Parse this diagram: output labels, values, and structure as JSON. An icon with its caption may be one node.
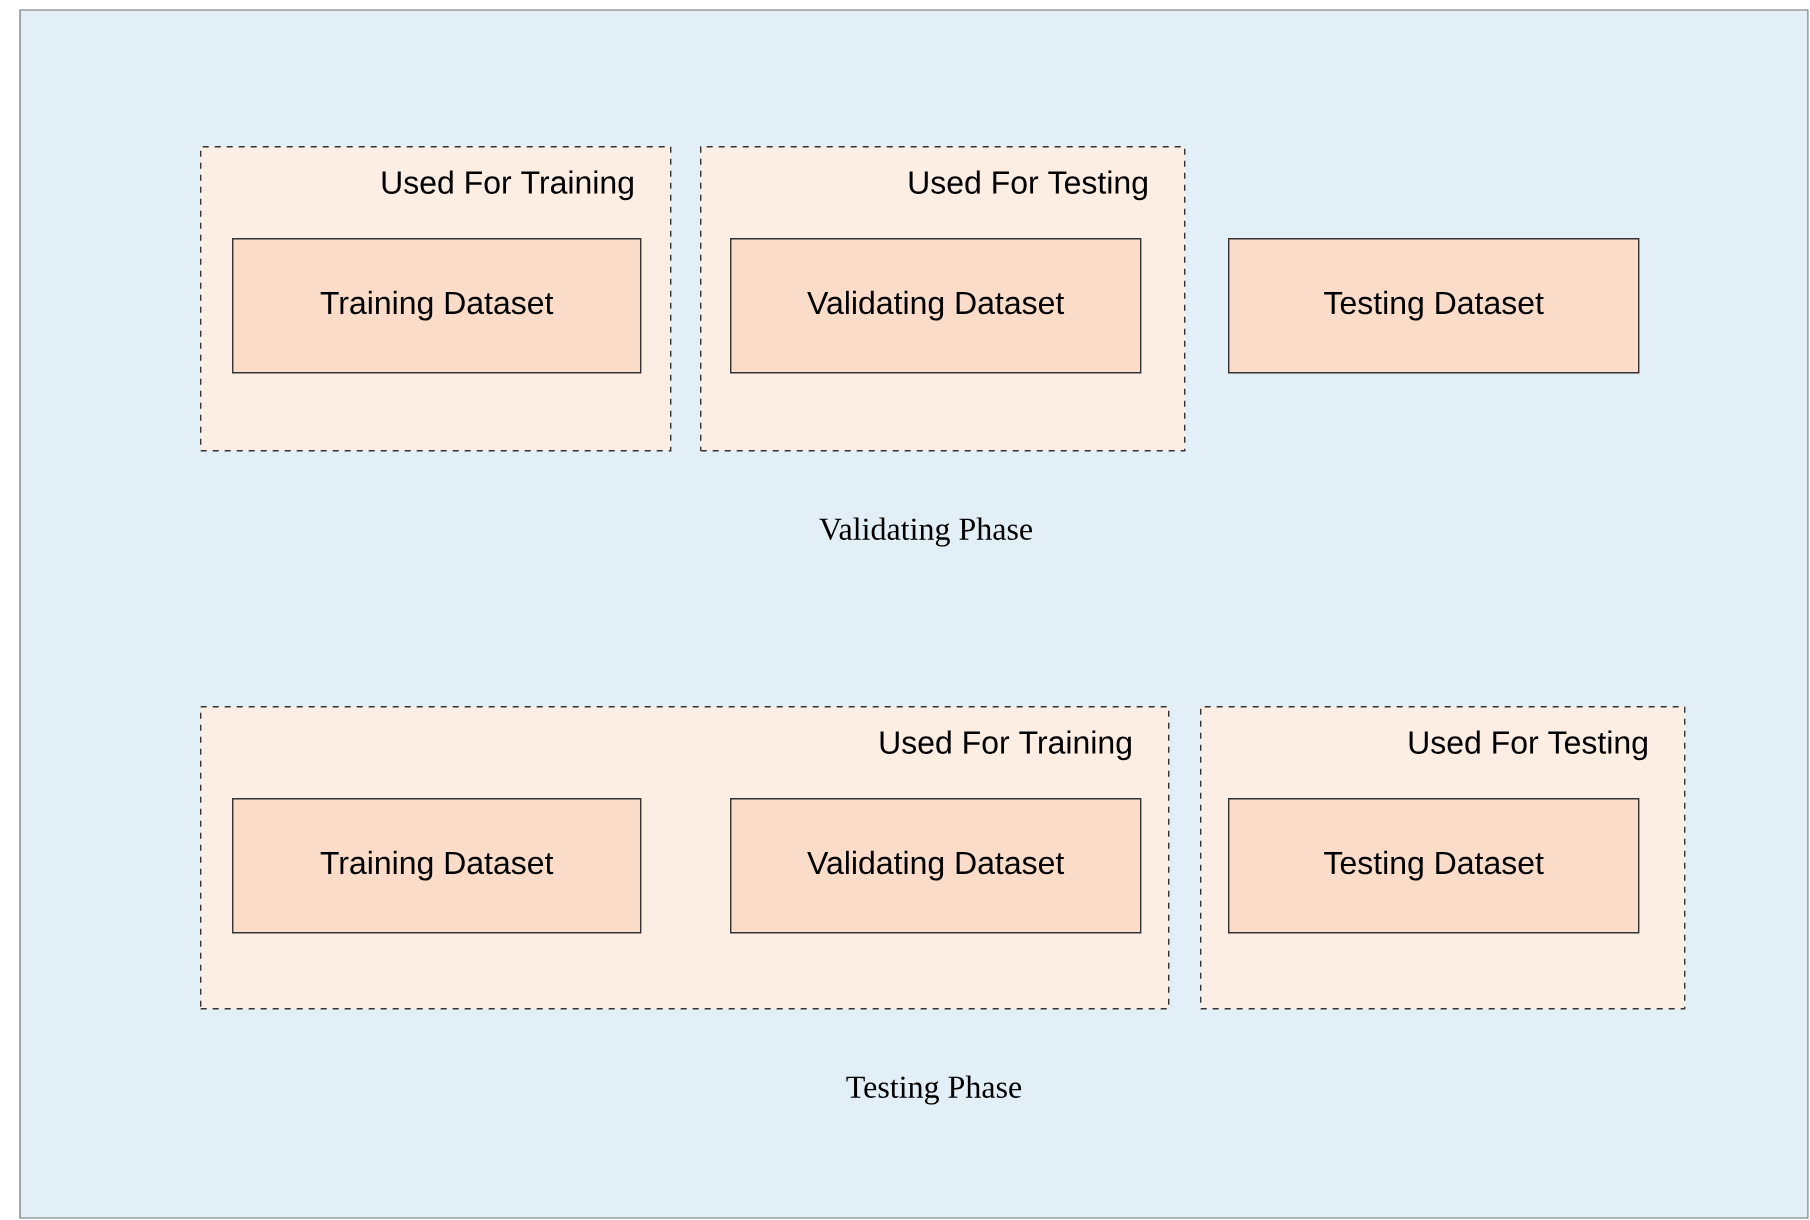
{
  "diagram": {
    "nodes": [
      {
        "text": [
          "Used For Training"
        ]
      },
      {
        "text": [
          "Training Dataset"
        ],
        "in": 0
      },
      {
        "text": [
          "Used For Testing"
        ]
      },
      {
        "text": [
          "Validating Dataset"
        ],
        "in": 2
      },
      {
        "text": [
          "Testing Dataset"
        ]
      },
      {
        "text": [
          "Used For Training"
        ]
      },
      {
        "text": [
          "Training Dataset"
        ],
        "in": 5
      },
      {
        "text": [
          "Validating Dataset"
        ],
        "in": 5
      },
      {
        "text": [
          "Used For Testing"
        ]
      },
      {
        "text": [
          "Testing Dataset"
        ],
        "in": 8
      }
    ],
    "labels": [
      "Validating Phase",
      "Testing Phase"
    ]
  }
}
